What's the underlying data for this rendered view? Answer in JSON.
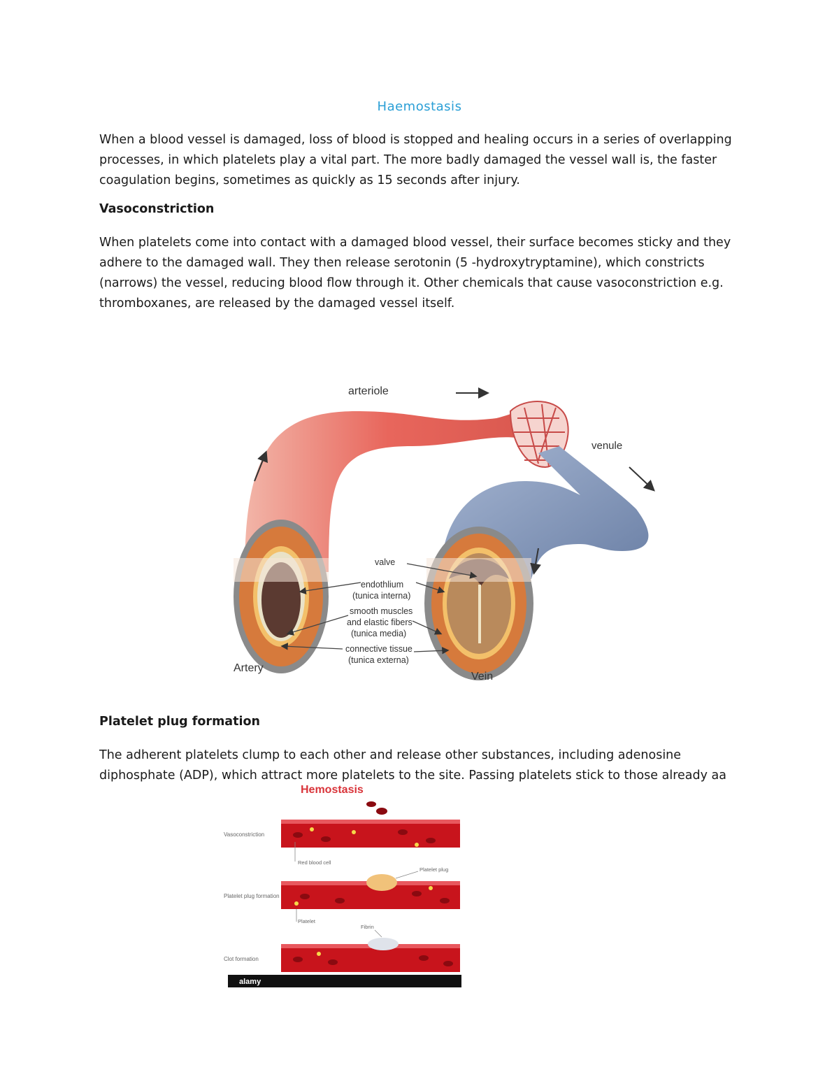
{
  "document": {
    "title": "Haemostasis",
    "intro": "When a blood vessel is damaged, loss of blood is stopped and healing occurs in a series of overlapping processes, in which platelets play a vital part. The more badly damaged the vessel wall is, the faster coagulation begins, sometimes as quickly as 15 seconds after injury.",
    "section1": {
      "heading": "Vasoconstriction",
      "body": "When platelets come into contact with a damaged blood vessel, their surface becomes sticky and they adhere to the damaged wall. They then release serotonin (5 -hydroxytryptamine), which constricts (narrows) the vessel, reducing blood flow through it. Other chemicals that cause vasoconstriction e.g. thromboxanes, are released by the damaged vessel itself."
    },
    "section2": {
      "heading": "Platelet plug formation",
      "body": "The adherent platelets clump to each other and release other substances, including adenosine diphosphate (ADP), which attract more platelets to the site. Passing platelets stick to those already aa"
    }
  },
  "figure_vessels": {
    "labels": {
      "arteriole": "arteriole",
      "venule": "venule",
      "artery": "Artery",
      "vein": "Vein",
      "valve": "valve",
      "endothelium": "endothlium",
      "tunica_interna": "(tunica interna)",
      "smooth_muscles": "smooth muscles",
      "elastic_fibers": "and elastic fibers",
      "tunica_media": "(tunica media)",
      "connective_tissue": "connective tissue",
      "tunica_externa": "(tunica externa)"
    },
    "colors": {
      "artery": "#e8665c",
      "vein": "#7a90b4"
    }
  },
  "figure_hemostasis": {
    "title": "Hemostasis",
    "stages": [
      "Vasoconstriction",
      "Platelet plug formation",
      "Clot formation"
    ],
    "callouts": {
      "red_blood_cell": "Red blood cell",
      "platelet_plug": "Platelet plug",
      "platelet": "Platelet",
      "fibrin": "Fibrin"
    },
    "watermark": "alamy",
    "colors": {
      "title": "#d9343a",
      "vessel": "#c8141c"
    }
  }
}
